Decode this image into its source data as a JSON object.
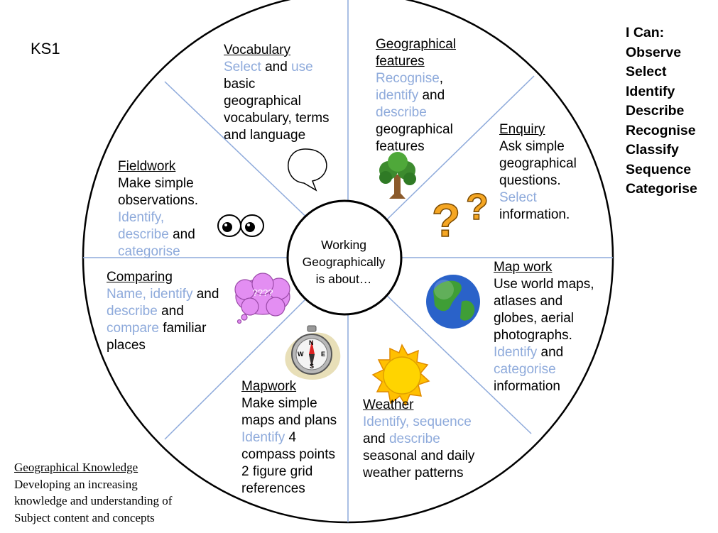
{
  "ks1": "KS1",
  "center": {
    "line1": "Working",
    "line2": "Geographically",
    "line3": "is about…"
  },
  "i_can": {
    "title": "I Can:",
    "items": [
      "Observe",
      "Select",
      "Identify",
      "Describe",
      "Recognise",
      "Classify",
      "Sequence",
      "Categorise"
    ]
  },
  "knowledge": {
    "title": "Geographical Knowledge",
    "lines": [
      "Developing an increasing",
      "knowledge and understanding of",
      "Subject content and concepts"
    ]
  },
  "vocabulary": {
    "title": "Vocabulary",
    "l1a": "Select",
    "l1b": " and ",
    "l1c": "use",
    "l2": "basic",
    "l3": "geographical",
    "l4": "vocabulary, terms",
    "l5": "and language"
  },
  "features": {
    "t1": "Geographical",
    "t2": "features",
    "l1": "Recognise",
    "l1b": ",",
    "l2a": "identify",
    "l2b": " and",
    "l3": "describe",
    "l4": "geographical",
    "l5": "features"
  },
  "enquiry": {
    "title": "Enquiry",
    "l1": "Ask simple",
    "l2": "geographical",
    "l3": "questions.",
    "l4": "Select",
    "l5": "information."
  },
  "mapwork_right": {
    "title": "Map work",
    "l1": "Use world maps,",
    "l2": "atlases and",
    "l3": "globes, aerial",
    "l4": "photographs.",
    "l5a": "Identify",
    "l5b": " and",
    "l6": "categorise",
    "l7": "information"
  },
  "weather": {
    "title": "Weather",
    "l1": "Identify, sequence",
    "l2a": "and ",
    "l2b": "describe",
    "l3": "seasonal and daily",
    "l4": "weather patterns"
  },
  "mapwork_left": {
    "title": "Mapwork",
    "l1": "Make simple",
    "l2": "maps and plans",
    "l3a": "Identify",
    "l3b": " 4",
    "l4": "compass points",
    "l5": "2 figure grid",
    "l6": "references"
  },
  "comparing": {
    "title": "Comparing",
    "l1a": "Name, identify",
    "l1b": " and",
    "l2a": "describe",
    "l2b": " and",
    "l3a": "compare",
    "l3b": " familiar",
    "l4": "places"
  },
  "fieldwork": {
    "title": "Fieldwork",
    "l1": "Make simple",
    "l2": "observations.",
    "l3": "Identify,",
    "l4a": "describe",
    "l4b": " and",
    "l5": "categorise"
  },
  "thought": "????",
  "compass_letters": {
    "n": "N",
    "e": "E",
    "s": "S",
    "w": "W"
  },
  "icons": [
    "speech-bubble-icon",
    "tree-icon",
    "question-marks-icon",
    "globe-icon",
    "sun-icon",
    "compass-icon",
    "thought-cloud-icon",
    "eyes-icon"
  ],
  "colors": {
    "highlight": "#8eaadb",
    "wheel_line": "#8eaadb",
    "sun": "#ffc000",
    "question": "#f5a623",
    "globe_ocean": "#2a62c9",
    "globe_land": "#3f9e36"
  }
}
